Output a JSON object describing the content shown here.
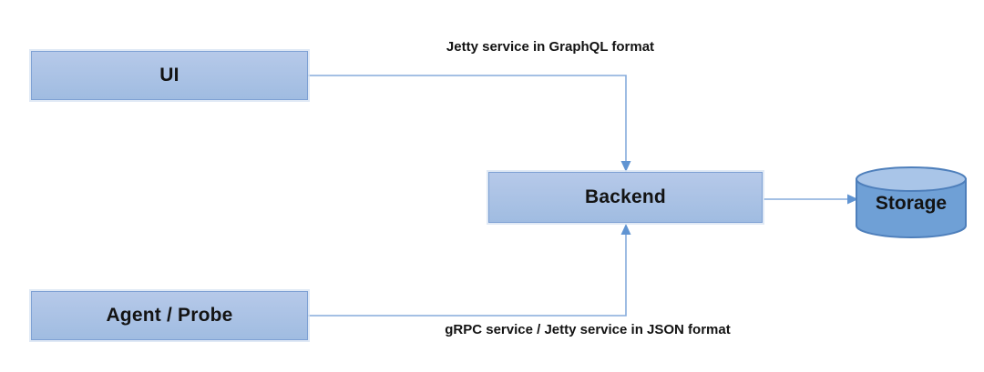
{
  "diagram": {
    "nodes": {
      "ui": {
        "label": "UI",
        "shape": "rectangle"
      },
      "agent_probe": {
        "label": "Agent / Probe",
        "shape": "rectangle"
      },
      "backend": {
        "label": "Backend",
        "shape": "rectangle"
      },
      "storage": {
        "label": "Storage",
        "shape": "cylinder"
      }
    },
    "edges": [
      {
        "from": "ui",
        "to": "backend",
        "label": "Jetty service in GraphQL format"
      },
      {
        "from": "agent_probe",
        "to": "backend",
        "label": "gRPC service / Jetty service in JSON format"
      },
      {
        "from": "backend",
        "to": "storage",
        "label": ""
      }
    ],
    "colors": {
      "box-fill-top": "#b6c9e9",
      "box-fill-bottom": "#a0bce1",
      "box-border": "#7ea1d4",
      "connector": "#85acdc",
      "arrow": "#6094d2",
      "cyl-body": "#6fa0d6",
      "cyl-top": "#a9c5e8",
      "cyl-border": "#4e7fbb"
    }
  }
}
